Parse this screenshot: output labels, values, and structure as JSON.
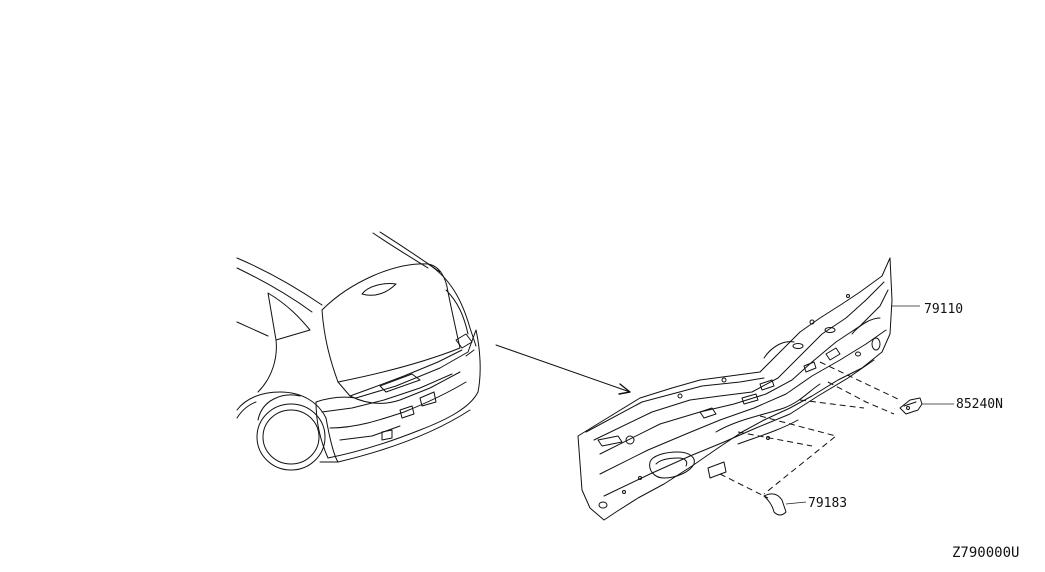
{
  "parts": {
    "rear_panel": {
      "number": "79110"
    },
    "clip": {
      "number": "85240N"
    },
    "patch": {
      "number": "79183"
    }
  },
  "diagram_code": "Z790000U"
}
